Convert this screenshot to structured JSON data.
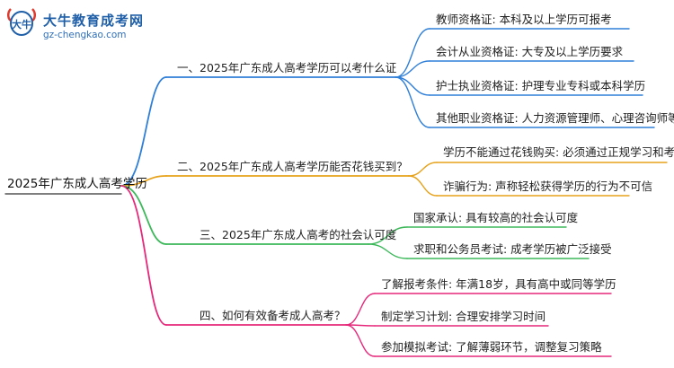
{
  "logo": {
    "title": "大牛教育成考网",
    "subtitle": "gz-chengkao.com",
    "emblem_text": "大牛",
    "colors": {
      "primary": "#1f5fa8",
      "accent": "#e03a2f"
    }
  },
  "root": {
    "label": "2025年广东成人高考学历"
  },
  "branches": [
    {
      "label": "一、2025年广东成人高考学历可以考什么证",
      "color": "#2f7fd8",
      "children": [
        "教师资格证: 本科及以上学历可报考",
        "会计从业资格证: 大专及以上学历要求",
        "护士执业资格证: 护理专业专科或本科学历",
        "其他职业资格证: 人力资源管理师、心理咨询师等"
      ]
    },
    {
      "label": "二、2025年广东成人高考学历能否花钱买到？",
      "color": "#e6a21a",
      "children": [
        "学历不能通过花钱购买: 必须通过正规学习和考试获得",
        "诈骗行为: 声称轻松获得学历的行为不可信"
      ]
    },
    {
      "label": "三、2025年广东成人高考的社会认可度",
      "color": "#3cb85a",
      "children": [
        "国家承认: 具有较高的社会认可度",
        "求职和公务员考试: 成考学历被广泛接受"
      ]
    },
    {
      "label": "四、如何有效备考成人高考？",
      "color": "#e6287a",
      "children": [
        "了解报考条件: 年满18岁，具有高中或同等学历",
        "制定学习计划: 合理安排学习时间",
        "参加模拟考试: 了解薄弱环节，调整复习策略"
      ]
    }
  ]
}
